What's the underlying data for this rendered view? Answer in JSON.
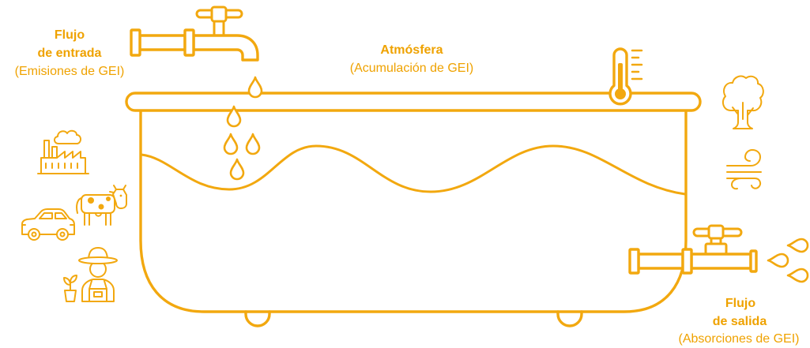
{
  "colors": {
    "accent": "#F2A80F",
    "text": "#EFA200",
    "background": "#FFFFFF"
  },
  "inflow": {
    "line1": "Flujo",
    "line2": "de entrada",
    "line3": "(Emisiones de GEI)"
  },
  "atmosphere": {
    "line1": "Atmósfera",
    "line2": "(Acumulación de GEI)"
  },
  "outflow": {
    "line1": "Flujo",
    "line2": "de salida",
    "line3": "(Absorciones de GEI)"
  },
  "icons": {
    "inflow_tap": "faucet-icon",
    "drops": "drop-icon",
    "thermometer": "thermometer-icon",
    "tub": "bathtub-icon",
    "factory": "factory-icon",
    "cow": "cow-icon",
    "car": "car-icon",
    "farmer": "farmer-icon",
    "plant": "plant-icon",
    "tree": "tree-icon",
    "wind": "wind-icon",
    "outflow_tap": "faucet-icon"
  }
}
